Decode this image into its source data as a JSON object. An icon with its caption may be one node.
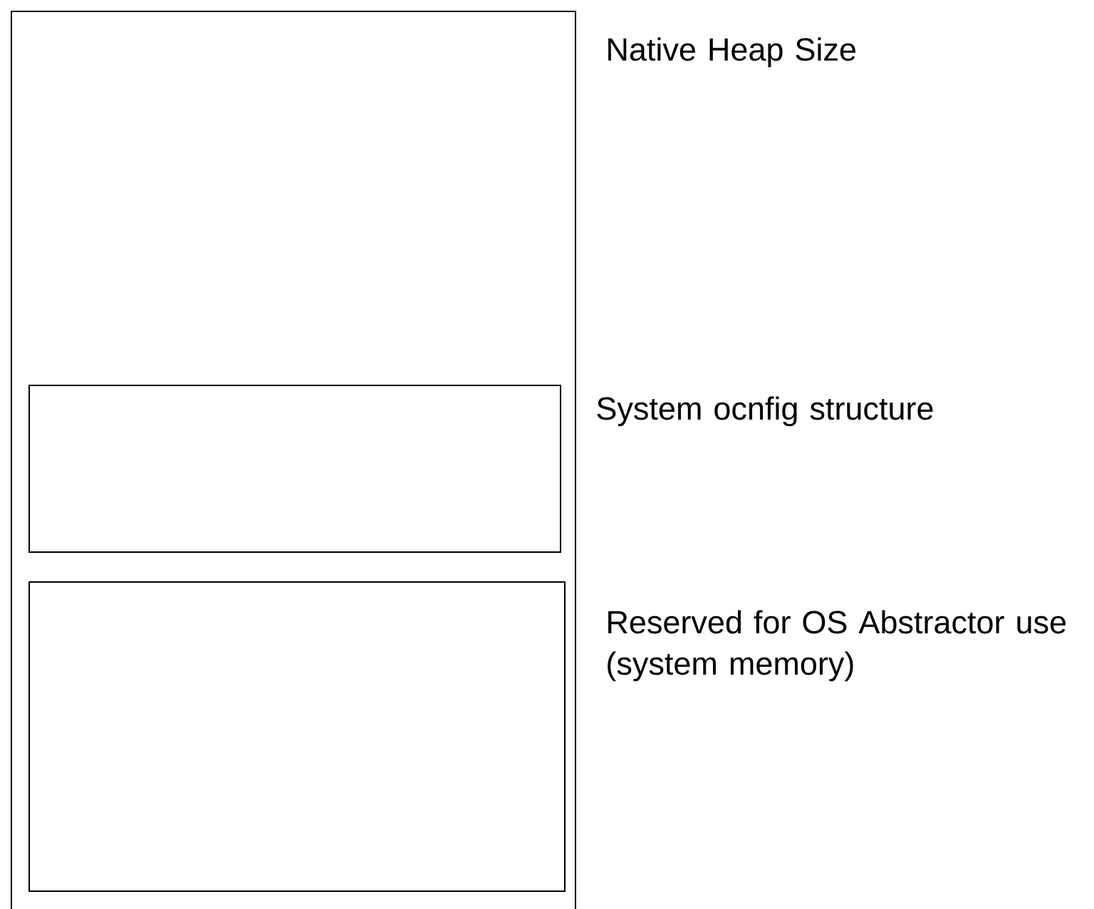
{
  "diagram": {
    "nodes": [
      {
        "text": [],
        "shape": "box",
        "beside": [
          "Native Heap Size"
        ]
      },
      {
        "text": [],
        "shape": "box",
        "in": 0,
        "beside": [
          "System ocnfig structure"
        ]
      },
      {
        "text": [],
        "shape": "box",
        "in": 0,
        "beside": [
          "Reserved for OS Abstractor use (system memory)"
        ]
      }
    ]
  }
}
